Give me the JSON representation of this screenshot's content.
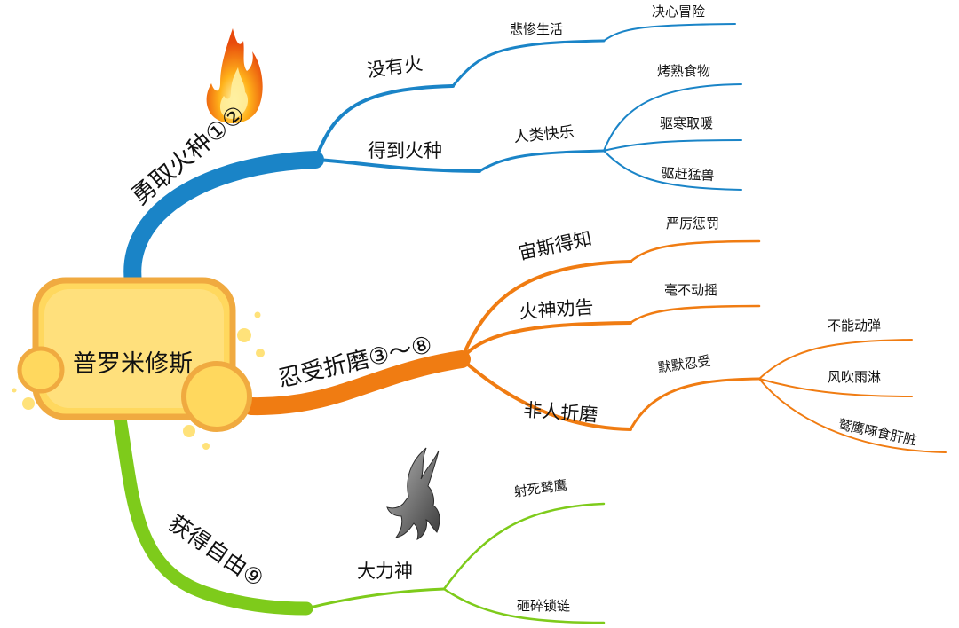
{
  "center": {
    "label": "普罗米修斯"
  },
  "branches": [
    {
      "label": "勇取火种①②",
      "color": "#1a84c7",
      "children": [
        {
          "label": "没有火",
          "children": [
            {
              "label": "悲惨生活",
              "children": [
                {
                  "label": "决心冒险"
                }
              ]
            }
          ]
        },
        {
          "label": "得到火种",
          "children": [
            {
              "label": "人类快乐",
              "children": [
                {
                  "label": "烤熟食物"
                },
                {
                  "label": "驱寒取暖"
                },
                {
                  "label": "驱赶猛兽"
                }
              ]
            }
          ]
        }
      ]
    },
    {
      "label": "忍受折磨③～⑧",
      "color": "#f07c12",
      "children": [
        {
          "label": "宙斯得知",
          "children": [
            {
              "label": "严厉惩罚"
            }
          ]
        },
        {
          "label": "火神劝告",
          "children": [
            {
              "label": "毫不动摇"
            }
          ]
        },
        {
          "label": "非人折磨",
          "children": [
            {
              "label": "默默忍受",
              "children": [
                {
                  "label": "不能动弹"
                },
                {
                  "label": "风吹雨淋"
                },
                {
                  "label": "鹫鹰啄食肝脏"
                }
              ]
            }
          ]
        }
      ]
    },
    {
      "label": "获得自由⑨",
      "color": "#7ecb1b",
      "children": [
        {
          "label": "大力神",
          "children": [
            {
              "label": "射死鹫鹰"
            },
            {
              "label": "砸碎锁链"
            }
          ]
        }
      ]
    }
  ],
  "icons": {
    "fire": "fire-icon",
    "eagle": "eagle-icon"
  }
}
